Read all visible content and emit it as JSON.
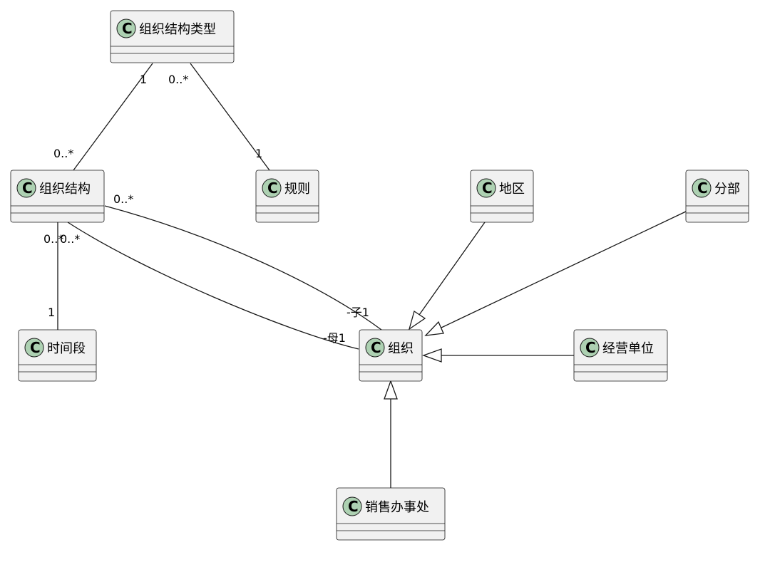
{
  "classes": {
    "org_structure_type": "组织结构类型",
    "org_structure": "组织结构",
    "rule": "规则",
    "region": "地区",
    "division": "分部",
    "time_period": "时间段",
    "organization": "组织",
    "business_unit": "经营单位",
    "sales_office": "销售办事处"
  },
  "class_marker": "C",
  "multiplicities": {
    "type_to_structure_top": "1",
    "type_to_structure_bottom": "0..*",
    "type_to_rule_top": "0..*",
    "type_to_rule_bottom": "1",
    "structure_child_start": "0..*",
    "structure_parent_start": "0..*",
    "structure_time_start": "0..*",
    "time_end": "1",
    "child_end": "-子1",
    "parent_end": "-母1"
  },
  "colors": {
    "class_fill": "#f1f1f1",
    "class_border": "#181818",
    "marker_fill": "#add1b2",
    "line": "#181818"
  }
}
